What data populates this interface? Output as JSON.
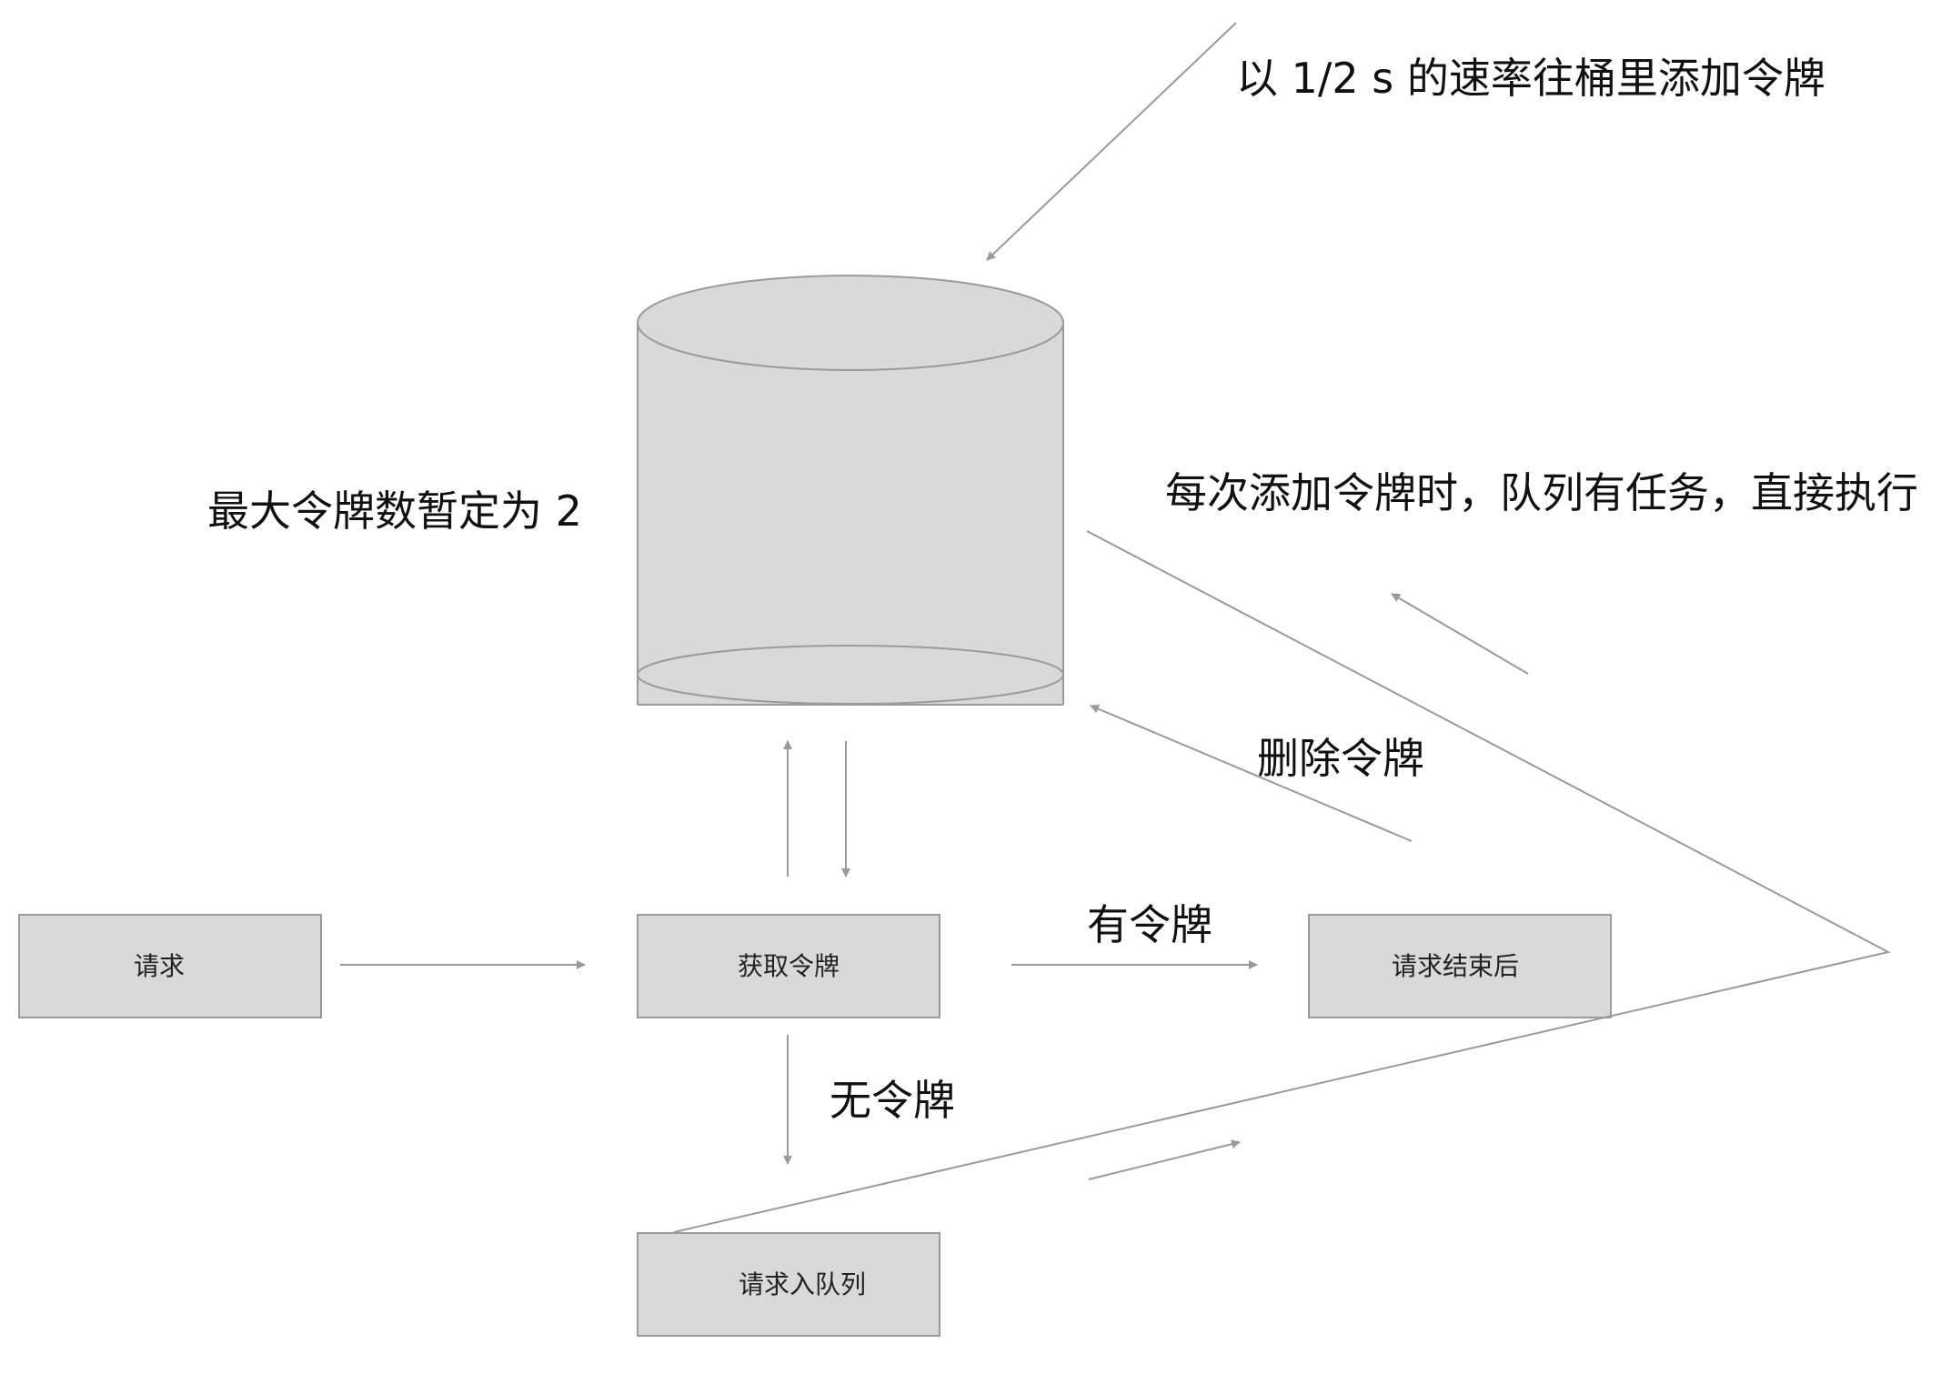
{
  "nodes": {
    "bucket": {
      "label": ""
    },
    "request": {
      "label": "请求"
    },
    "get_token": {
      "label": "获取令牌"
    },
    "request_done": {
      "label": "请求结束后"
    },
    "enqueue": {
      "label": "请求入队列"
    }
  },
  "annotations": {
    "refill_rate": "以 1/2 s 的速率往桶里添加令牌",
    "max_tokens": "最大令牌数暂定为 2",
    "on_add_exec": "每次添加令牌时，队列有任务，直接执行",
    "delete_token": "删除令牌",
    "has_token": "有令牌",
    "no_token": "无令牌"
  },
  "colors": {
    "box_fill": "#d9d9d9",
    "box_stroke": "#9a9a9a",
    "line": "#9a9a9a",
    "text": "#111111"
  }
}
